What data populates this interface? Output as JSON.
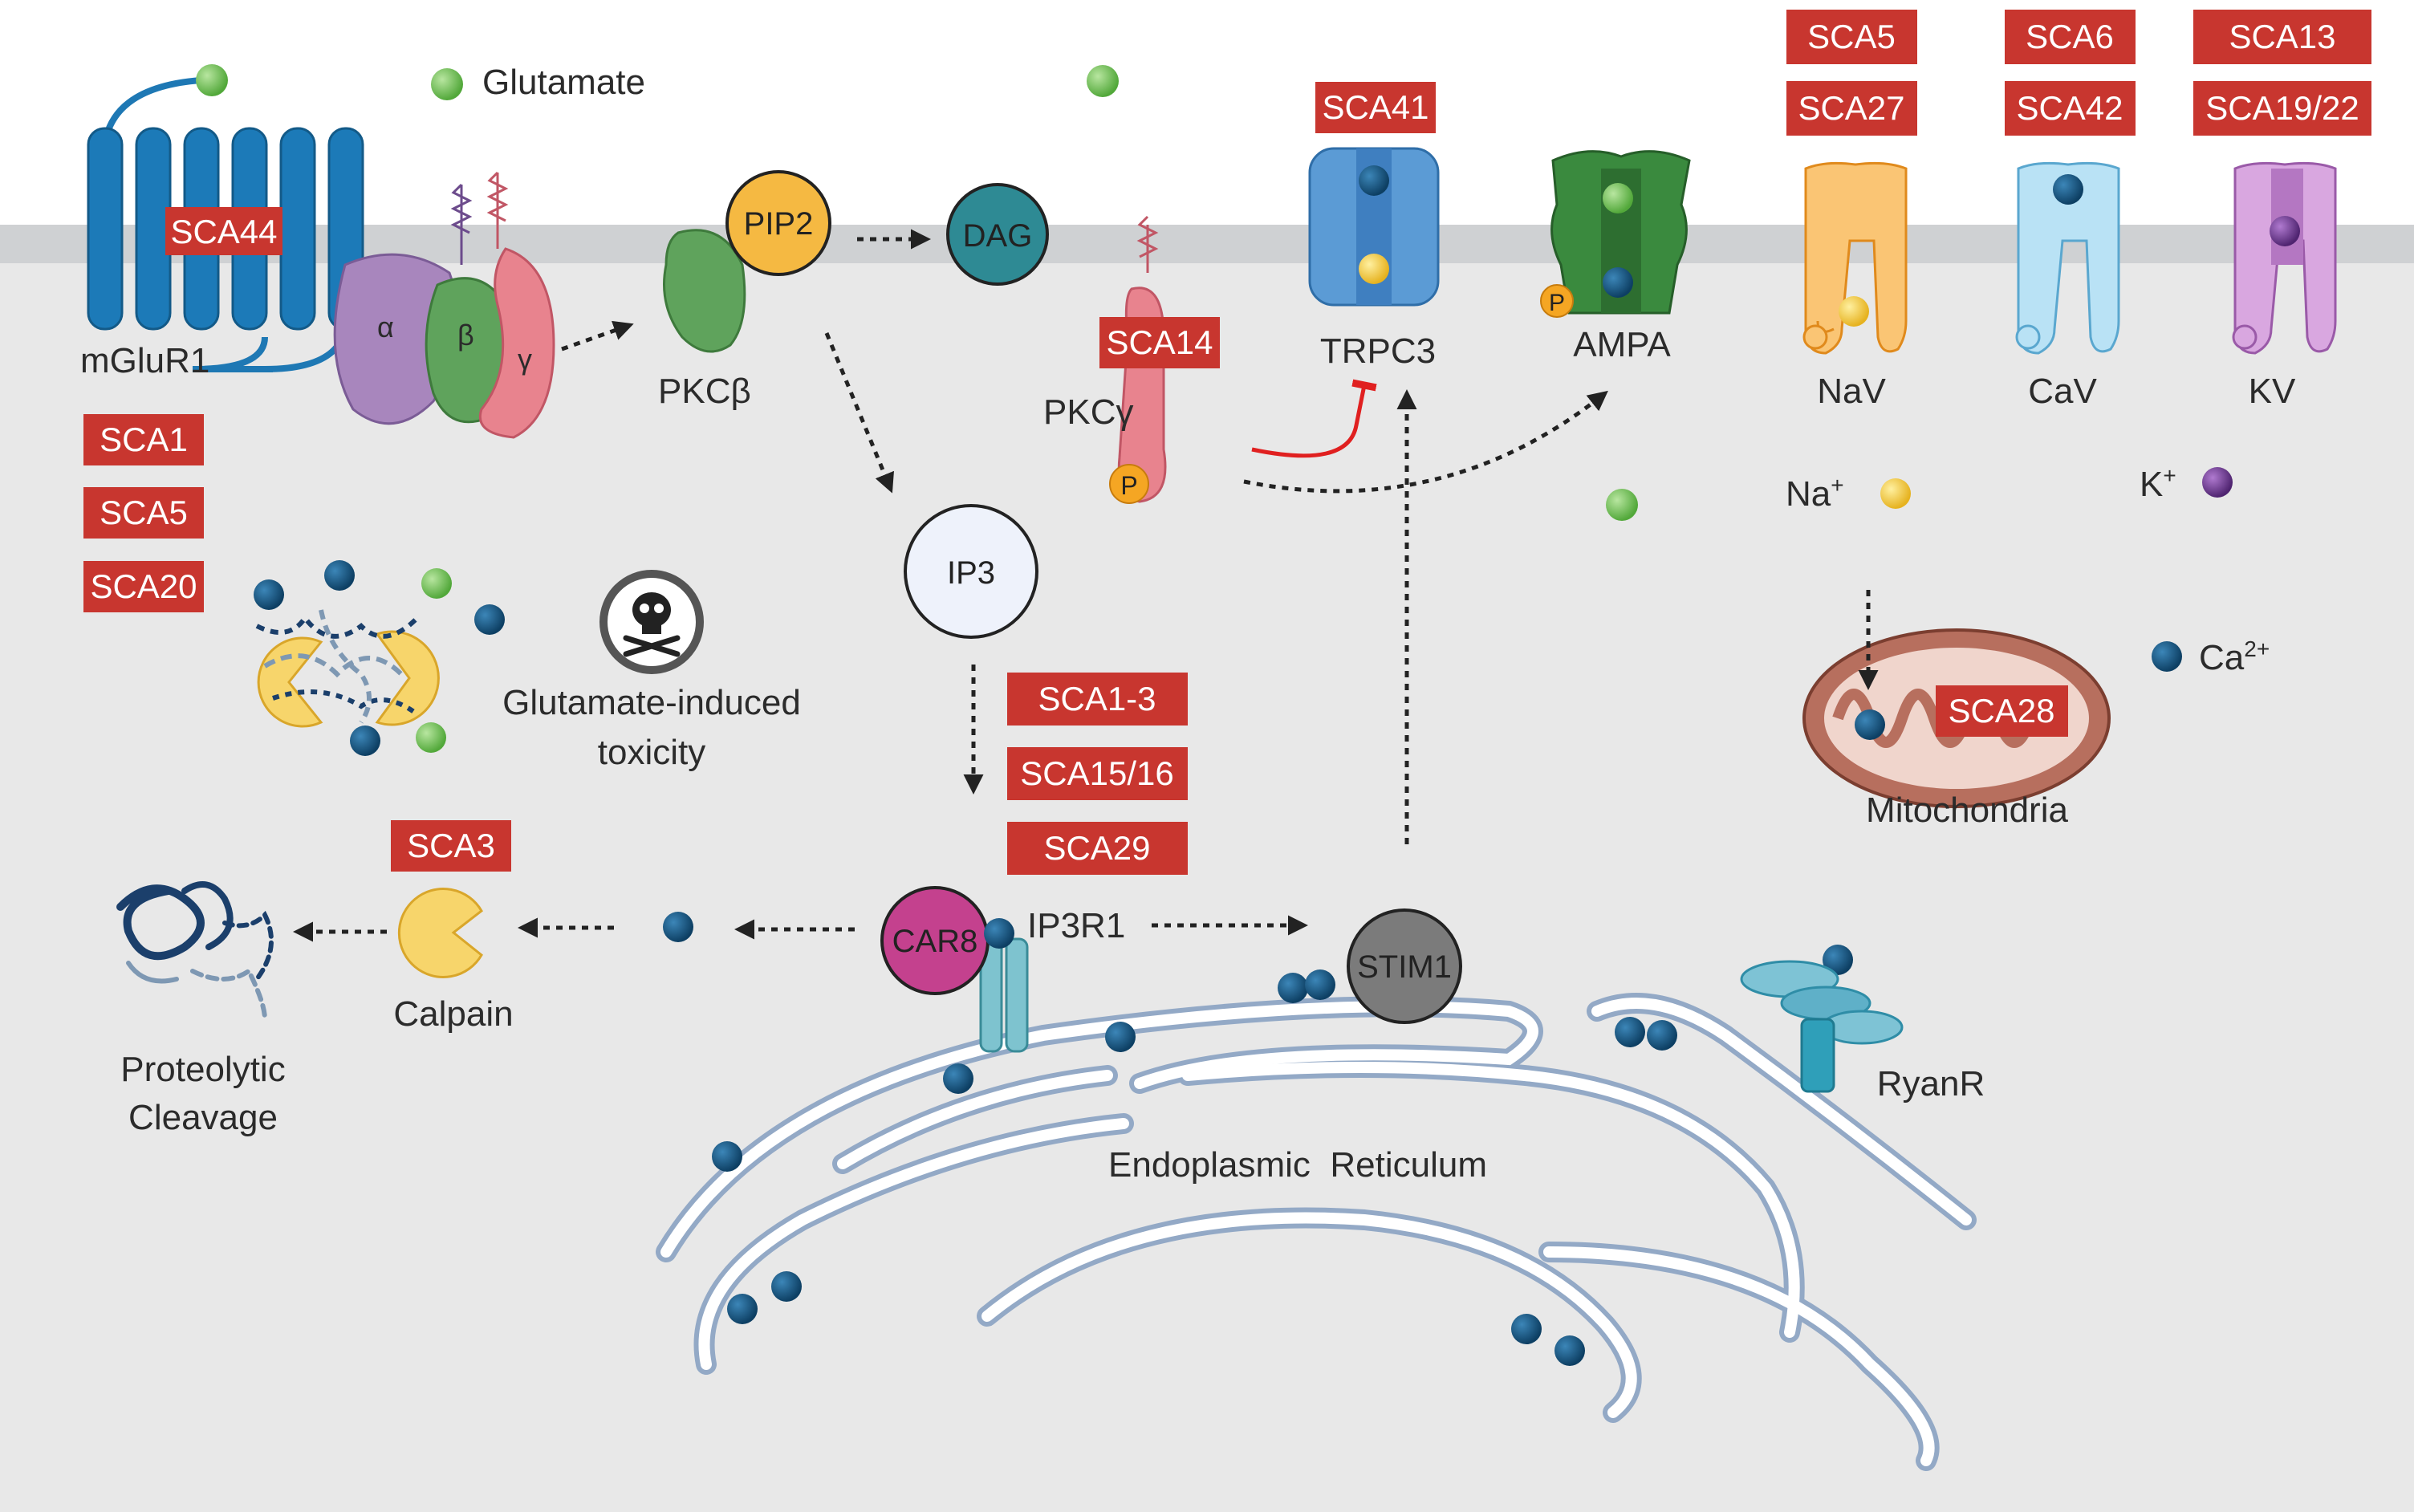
{
  "labels": {
    "glutamate": "Glutamate",
    "mglur1": "mGluR1",
    "alpha": "α",
    "beta": "β",
    "gamma": "γ",
    "pip2": "PIP2",
    "dag": "DAG",
    "pkcb": "PKCβ",
    "pkcg": "PKCγ",
    "ip3": "IP3",
    "trpc3": "TRPC3",
    "ampa": "AMPA",
    "nav": "NaV",
    "cav": "CaV",
    "kv": "KV",
    "na_ion": "Na",
    "na_sup": "+",
    "k_ion": "K",
    "k_sup": "+",
    "ca_ion": "Ca",
    "ca_sup": "2+",
    "phospho": "P",
    "tox1": "Glutamate-induced",
    "tox2": "toxicity",
    "mito": "Mitochondria",
    "car8": "CAR8",
    "ip3r1": "IP3R1",
    "stim1": "STIM1",
    "ryanr": "RyanR",
    "er": "Endoplasmic  Reticulum",
    "calpain": "Calpain",
    "prot1": "Proteolytic",
    "prot2": "Cleavage"
  },
  "sca_tags": {
    "sca44": "SCA44",
    "sca1": "SCA1",
    "sca5_left": "SCA5",
    "sca20": "SCA20",
    "sca41": "SCA41",
    "sca14": "SCA14",
    "sca5_top": "SCA5",
    "sca27": "SCA27",
    "sca6": "SCA6",
    "sca42": "SCA42",
    "sca13": "SCA13",
    "sca19_22": "SCA19/22",
    "sca1_3": "SCA1-3",
    "sca15_16": "SCA15/16",
    "sca29": "SCA29",
    "sca28": "SCA28",
    "sca3": "SCA3"
  },
  "colors": {
    "tag_red": "#c8362f",
    "cytoplasm": "#e8e8e8",
    "membrane": "#cfd1d3",
    "calcium": "#14527a",
    "glutamate_green": "#6fbf4f",
    "sodium_yellow": "#f2c230",
    "potassium_purple": "#6b3a8c"
  }
}
